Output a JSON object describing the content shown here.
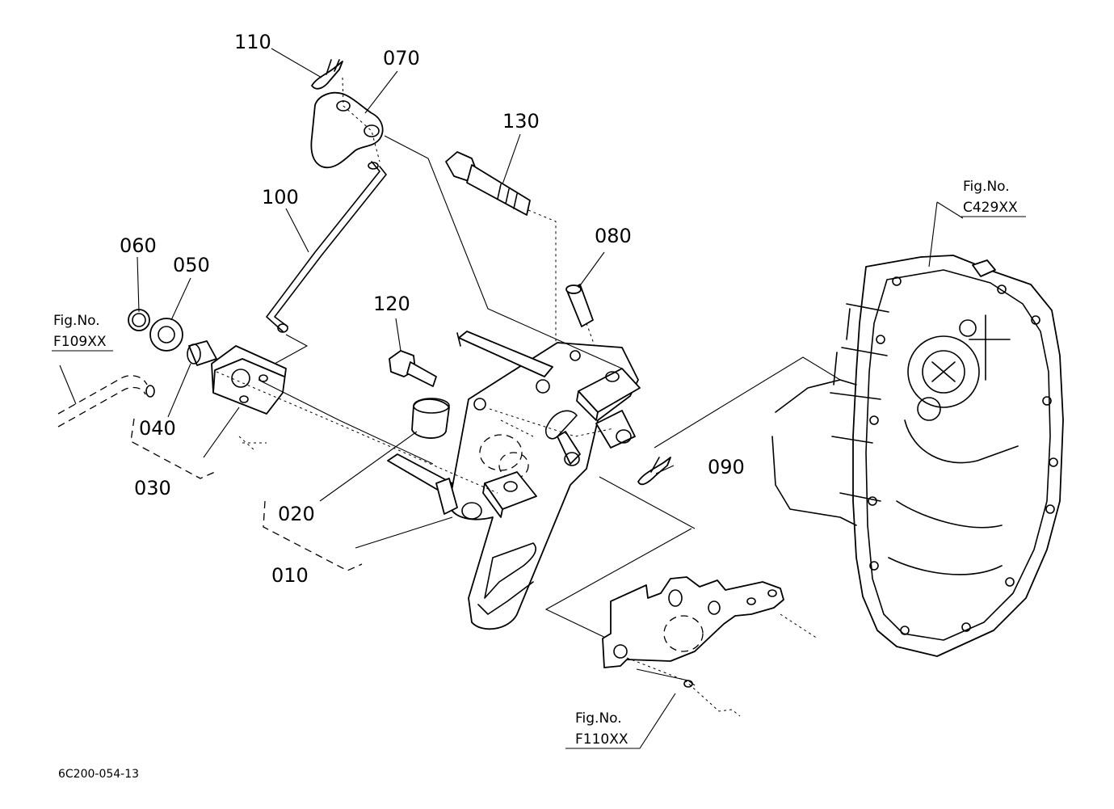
{
  "drawing_code": "6C200-054-13",
  "callouts": {
    "p010": "010",
    "p020": "020",
    "p030": "030",
    "p040": "040",
    "p050": "050",
    "p060": "060",
    "p070": "070",
    "p080": "080",
    "p090": "090",
    "p100": "100",
    "p110": "110",
    "p120": "120",
    "p130": "130"
  },
  "figure_refs": {
    "f109": {
      "label": "Fig.No.",
      "number": "F109XX"
    },
    "c429": {
      "label": "Fig.No.",
      "number": "C429XX"
    },
    "f110": {
      "label": "Fig.No.",
      "number": "F110XX"
    }
  }
}
